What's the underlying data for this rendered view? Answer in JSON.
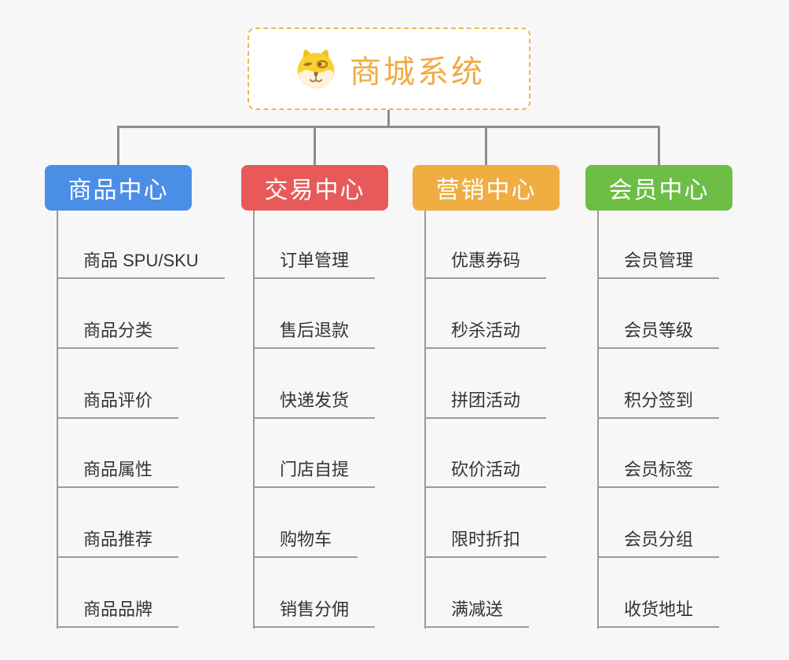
{
  "page": {
    "background_color": "#f7f7f7",
    "connector_color": "#8c8c8c",
    "leaf_line_color": "#9b9b9b",
    "leaf_text_color": "#333333"
  },
  "root": {
    "title": "商城系统",
    "icon": "doge-icon",
    "text_color": "#f0ab44",
    "border_color": "#f5b451"
  },
  "branches": [
    {
      "label": "商品中心",
      "color": "#4a8ee8",
      "items": [
        "商品 SPU/SKU",
        "商品分类",
        "商品评价",
        "商品属性",
        "商品推荐",
        "商品品牌"
      ]
    },
    {
      "label": "交易中心",
      "color": "#e85a5a",
      "items": [
        "订单管理",
        "售后退款",
        "快递发货",
        "门店自提",
        "购物车",
        "销售分佣"
      ]
    },
    {
      "label": "营销中心",
      "color": "#efad42",
      "items": [
        "优惠券码",
        "秒杀活动",
        "拼团活动",
        "砍价活动",
        "限时折扣",
        "满减送"
      ]
    },
    {
      "label": "会员中心",
      "color": "#6cbe45",
      "items": [
        "会员管理",
        "会员等级",
        "积分签到",
        "会员标签",
        "会员分组",
        "收货地址"
      ]
    }
  ]
}
